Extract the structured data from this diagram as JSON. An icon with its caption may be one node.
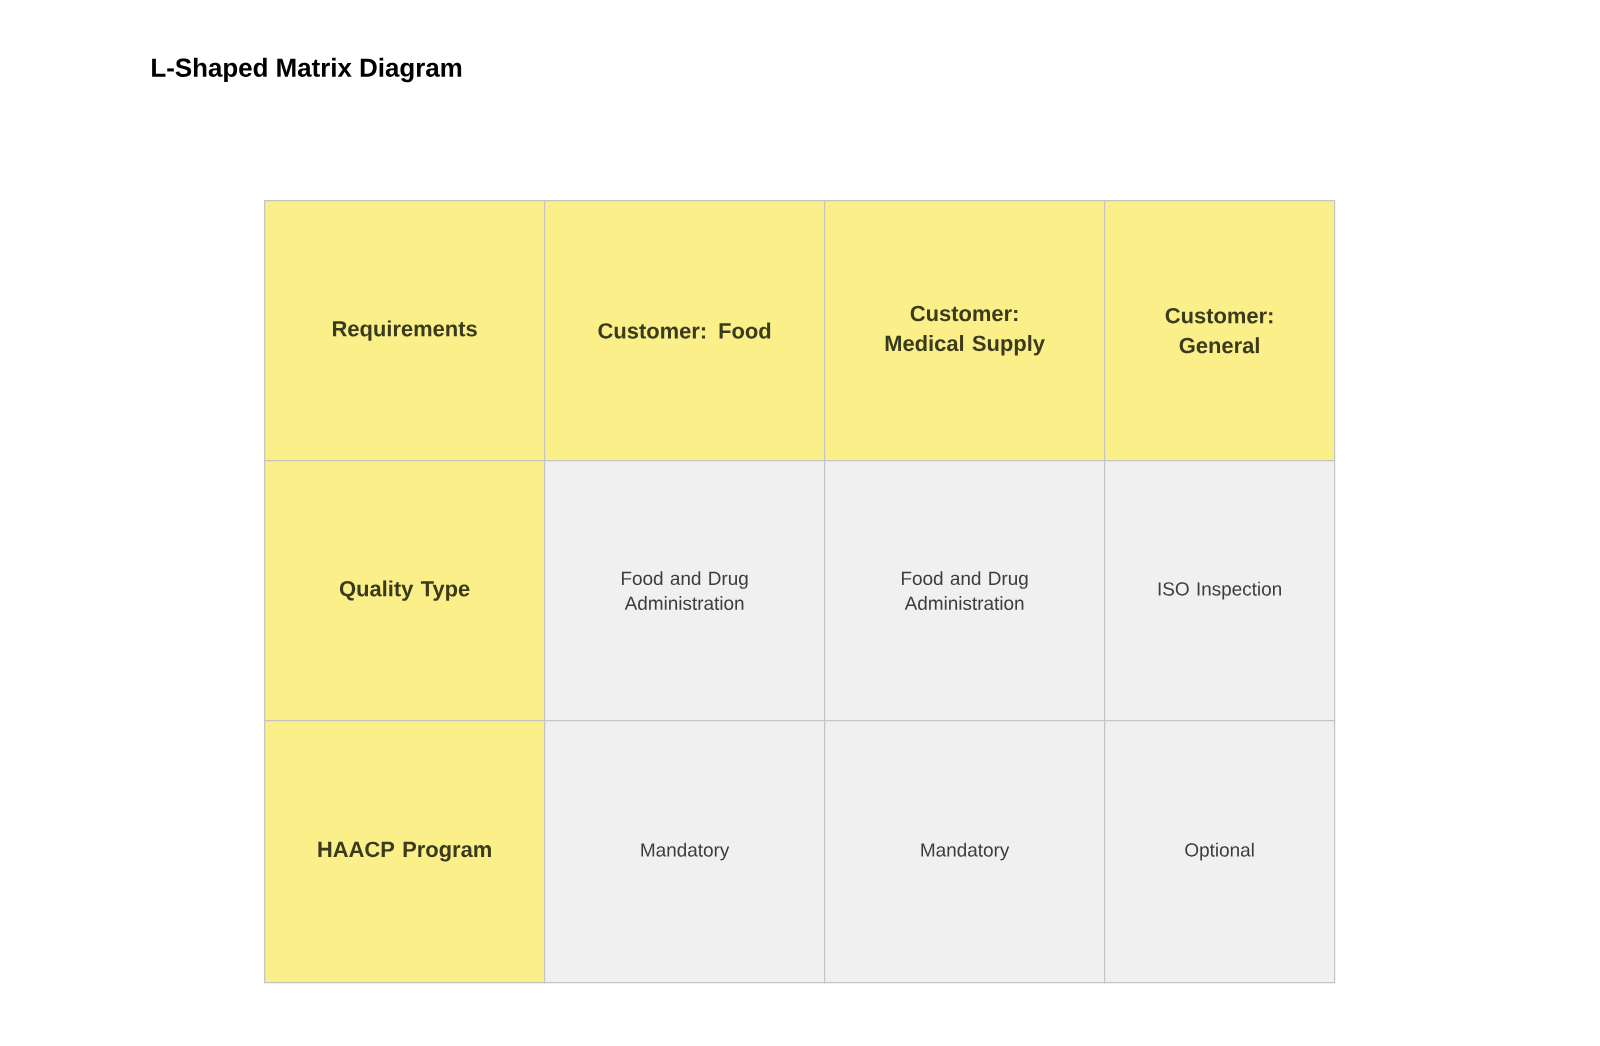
{
  "diagram": {
    "title": "L-Shaped Matrix Diagram",
    "nodes": [
      {
        "text": [
          "Requirements"
        ]
      },
      {
        "text": [
          "Customer: Food"
        ]
      },
      {
        "text": [
          "Customer: Medical Supply"
        ]
      },
      {
        "text": [
          "Customer: General"
        ]
      },
      {
        "text": [
          "Quality Type"
        ]
      },
      {
        "text": [
          "Food and Drug Administration"
        ]
      },
      {
        "text": [
          "Food and Drug Administration"
        ]
      },
      {
        "text": [
          "ISO Inspection"
        ]
      },
      {
        "text": [
          "HAACP Program"
        ]
      },
      {
        "text": [
          "Mandatory"
        ]
      },
      {
        "text": [
          "Mandatory"
        ]
      },
      {
        "text": [
          "Optional"
        ]
      }
    ]
  }
}
